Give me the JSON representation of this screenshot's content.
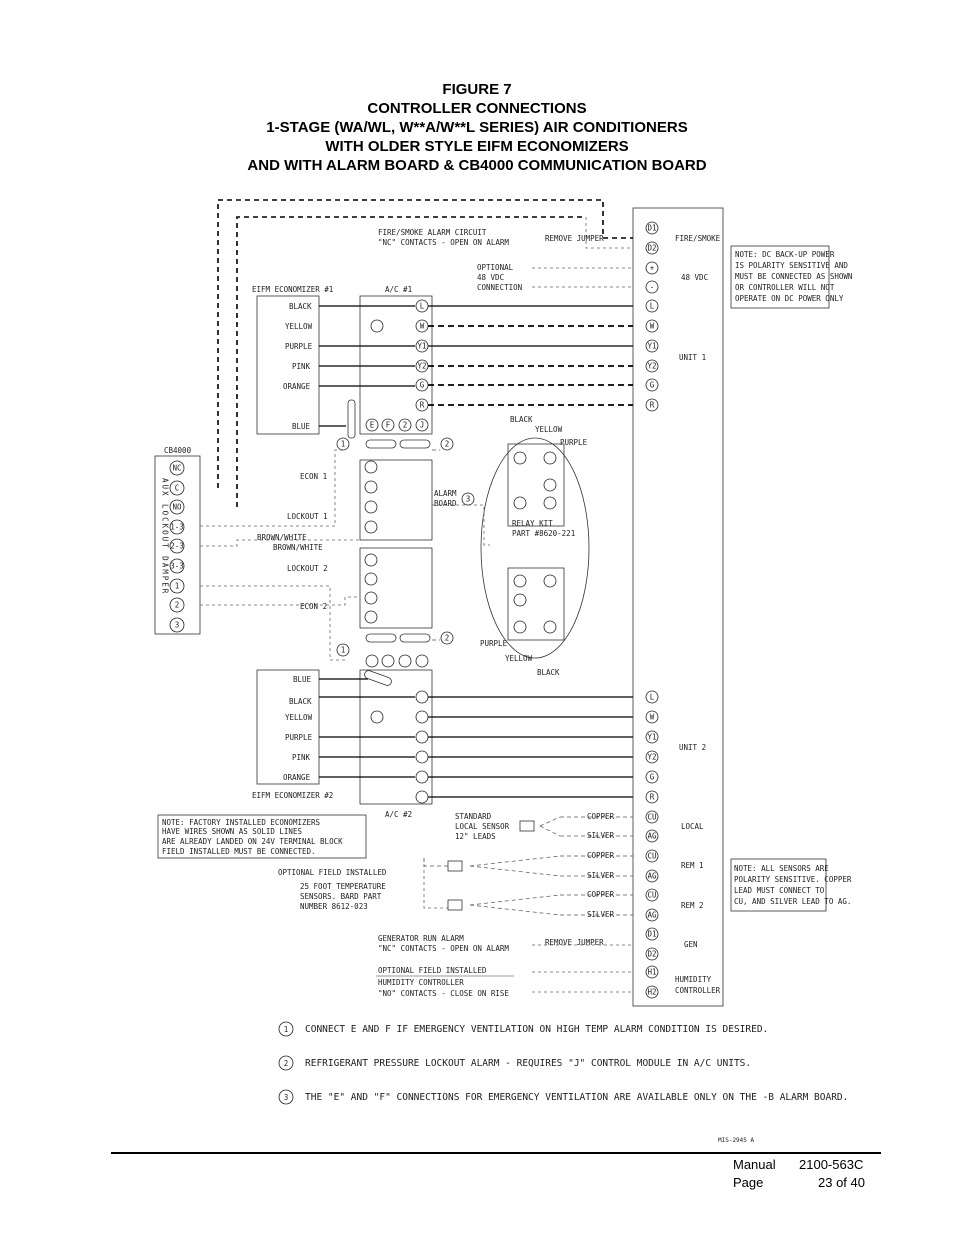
{
  "header": {
    "figure": "FIGURE 7",
    "line1": "CONTROLLER CONNECTIONS",
    "line2": "1-STAGE (WA/WL, W**A/W**L SERIES) AIR CONDITIONERS",
    "line3": "WITH OLDER STYLE EIFM ECONOMIZERS",
    "line4": "AND WITH ALARM BOARD & CB4000 COMMUNICATION BOARD"
  },
  "diagram": {
    "fire_alarm": [
      "FIRE/SMOKE ALARM CIRCUIT",
      "\"NC\" CONTACTS - OPEN ON ALARM"
    ],
    "remove_jumper": "REMOVE JUMPER",
    "optional_48vdc": [
      "OPTIONAL",
      "48 VDC",
      "CONNECTION"
    ],
    "eifm1": "EIFM ECONOMIZER #1",
    "ac1": "A/C #1",
    "eifm1_wires": [
      "BLACK",
      "YELLOW",
      "PURPLE",
      "PINK",
      "ORANGE",
      "BLUE"
    ],
    "ac1_pins": [
      "L",
      "W",
      "Y1",
      "Y2",
      "G",
      "R"
    ],
    "ac1_bottom_pins": [
      "E",
      "F",
      "2",
      "J"
    ],
    "cb4000": "CB4000",
    "cb4000_pins": [
      "NC",
      "C",
      "NO",
      "1-3",
      "2-3",
      "3-3",
      "1",
      "2",
      "3"
    ],
    "cb4000_vertical": "AUX LOCKOUT DAMPER",
    "econ1": "ECON 1",
    "lockout1": "LOCKOUT 1",
    "lockout2": "LOCKOUT 2",
    "econ2": "ECON 2",
    "brown_white1": "BROWN/WHITE",
    "brown_white2": "BROWN/WHITE",
    "alarm_board": [
      "ALARM",
      "BOARD"
    ],
    "relay_kit": [
      "RELAY KIT",
      "PART #8620-221"
    ],
    "relay_wires_top": [
      "BLACK",
      "YELLOW",
      "PURPLE"
    ],
    "relay_wires_bottom": [
      "PURPLE",
      "YELLOW",
      "BLACK"
    ],
    "eifm2_wires": [
      "BLUE",
      "BLACK",
      "YELLOW",
      "PURPLE",
      "PINK",
      "ORANGE"
    ],
    "eifm2": "EIFM ECONOMIZER #2",
    "ac2": "A/C #2",
    "factory_note": [
      "NOTE: FACTORY INSTALLED ECONOMIZERS",
      "HAVE WIRES SHOWN AS SOLID LINES",
      "ARE ALREADY LANDED ON 24V TERMINAL BLOCK",
      "FIELD INSTALLED MUST BE CONNECTED."
    ],
    "standard_sensor": [
      "STANDARD",
      "LOCAL SENSOR",
      "12\" LEADS"
    ],
    "optional_field": "OPTIONAL FIELD INSTALLED",
    "temp_sensors": [
      "25 FOOT TEMPERATURE",
      "SENSORS. BARD PART",
      "NUMBER 8612-023"
    ],
    "copper": "COPPER",
    "silver": "SILVER",
    "generator_alarm": [
      "GENERATOR RUN ALARM",
      "\"NC\" CONTACTS - OPEN ON ALARM"
    ],
    "humidity": [
      "OPTIONAL FIELD INSTALLED",
      "HUMIDITY CONTROLLER",
      "\"NO\" CONTACTS - CLOSE ON RISE"
    ],
    "ctrl_labels": {
      "fire_smoke": "FIRE/SMOKE",
      "vdc48": "48 VDC",
      "unit1": "UNIT 1",
      "unit2": "UNIT 2",
      "local": "LOCAL",
      "rem1": "REM 1",
      "rem2": "REM 2",
      "gen": "GEN",
      "humidity": [
        "HUMIDITY",
        "CONTROLLER"
      ]
    },
    "ctrl_pins": [
      "D1",
      "D2",
      "+",
      "-",
      "L",
      "W",
      "Y1",
      "Y2",
      "G",
      "R",
      "L",
      "W",
      "Y1",
      "Y2",
      "G",
      "R",
      "CU",
      "AG",
      "CU",
      "AG",
      "CU",
      "AG",
      "D1",
      "D2",
      "H1",
      "H2"
    ],
    "dc_note": [
      "NOTE: DC BACK-UP POWER",
      "IS POLARITY SENSITIVE AND",
      "MUST BE CONNECTED AS SHOWN",
      "OR CONTROLLER WILL NOT",
      "OPERATE ON DC POWER ONLY"
    ],
    "sensor_note": [
      "NOTE: ALL SENSORS ARE",
      "POLARITY SENSITIVE. COPPER",
      "LEAD MUST CONNECT TO",
      "CU, AND SILVER LEAD TO AG."
    ],
    "notes": [
      {
        "num": "1",
        "text": "CONNECT E AND F IF EMERGENCY VENTILATION ON HIGH TEMP ALARM CONDITION IS DESIRED."
      },
      {
        "num": "2",
        "text": "REFRIGERANT PRESSURE LOCKOUT ALARM - REQUIRES \"J\" CONTROL MODULE IN A/C UNITS."
      },
      {
        "num": "3",
        "text": "THE \"E\" AND \"F\" CONNECTIONS FOR EMERGENCY VENTILATION ARE AVAILABLE ONLY ON THE -B ALARM BOARD."
      }
    ],
    "drawing_number": "MIS-2945 A"
  },
  "footer": {
    "manual_label": "Manual",
    "manual_value": "2100-563C",
    "page_label": "Page",
    "page_value": "23 of 40"
  }
}
